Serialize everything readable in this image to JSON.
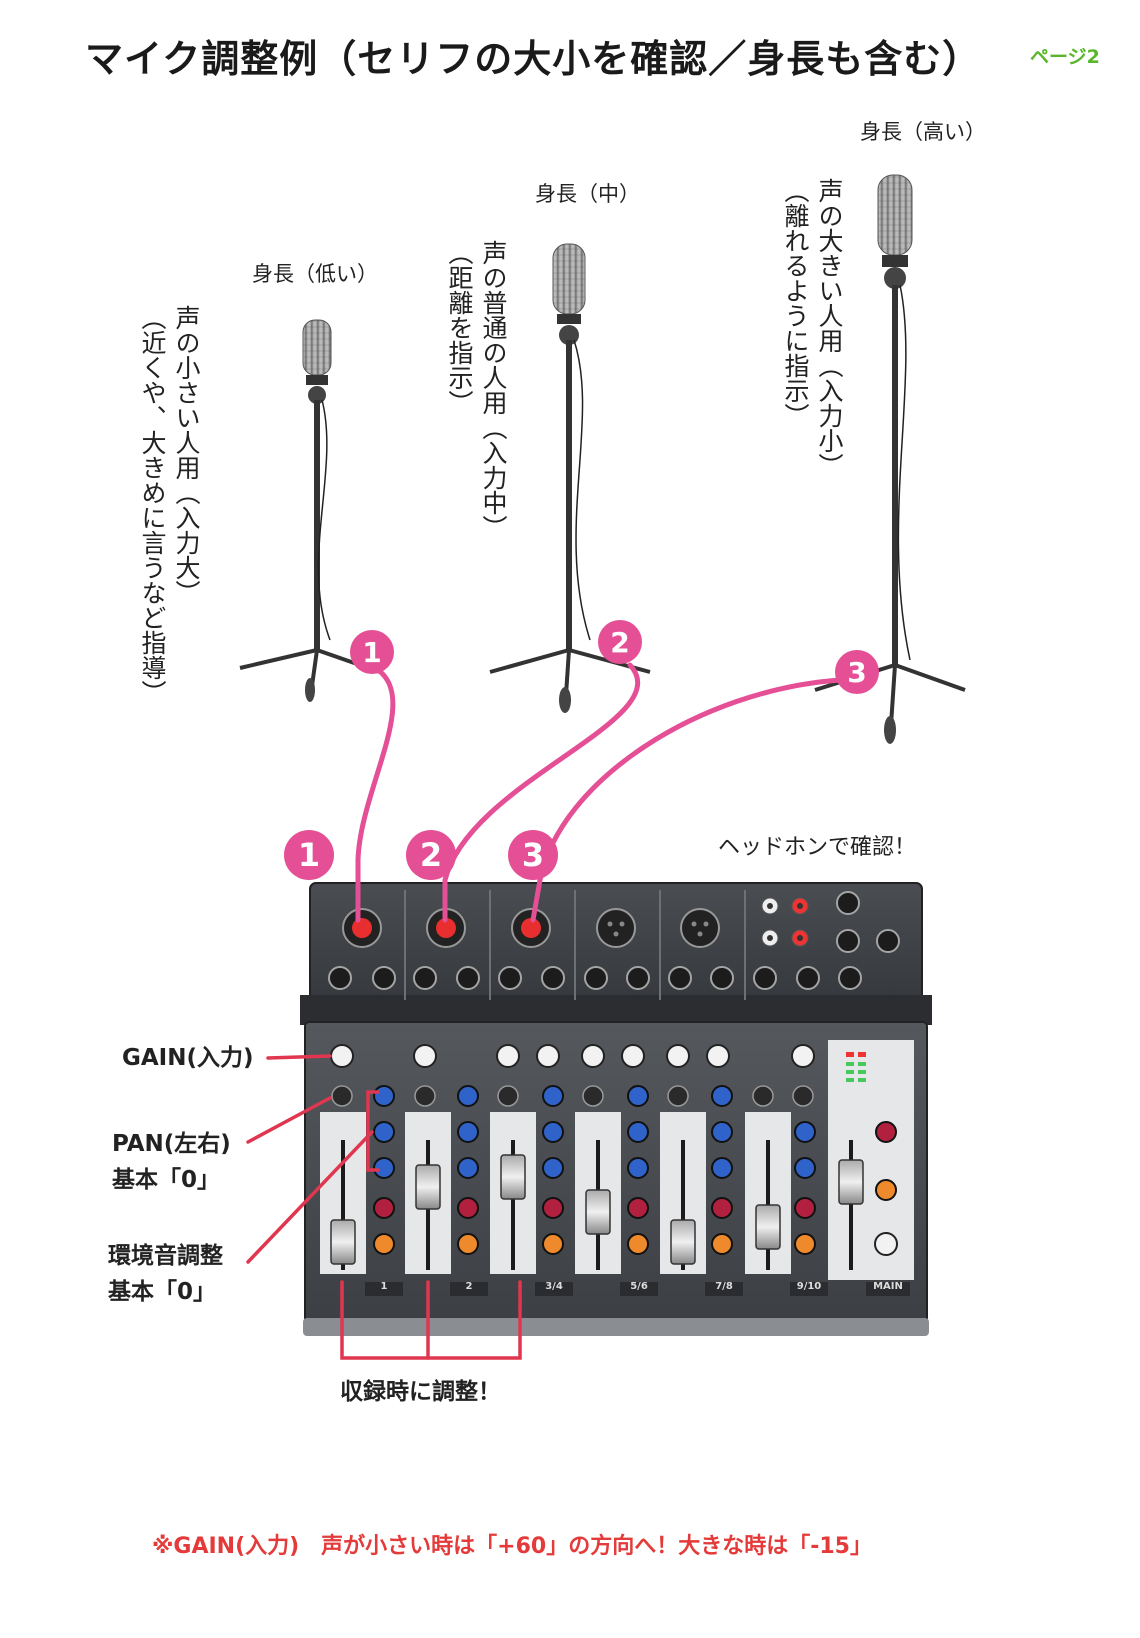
{
  "header": {
    "title": "マイク調整例（セリフの大小を確認／身長も含む）",
    "page": "ページ2"
  },
  "stands": [
    {
      "num": "1",
      "height_label": "身長（低い）",
      "desc": [
        "声の小さい人用（入力大）",
        "（近くや、大きめに言うなど指導）"
      ]
    },
    {
      "num": "2",
      "height_label": "身長（中）",
      "desc": [
        "声の普通の人用（入力中）",
        "（距離を指示）"
      ]
    },
    {
      "num": "3",
      "height_label": "身長（高い）",
      "desc": [
        "声の大きい人用（入力小）",
        "（離れるように指示）"
      ]
    }
  ],
  "mixer": {
    "headphone_note": "ヘッドホンで確認！",
    "channel_labels": [
      "1",
      "2",
      "3/4",
      "5/6",
      "7/8",
      "9/10"
    ],
    "main_label": "MAIN"
  },
  "callouts": {
    "gain": "GAIN(入力)",
    "pan": [
      "PAN(左右)",
      "基本「0」"
    ],
    "ambient": [
      "環境音調整",
      "基本「0」"
    ],
    "record": "収録時に調整！"
  },
  "footnote": "※GAIN(入力)　声が小さい時は「+60」の方向へ！大きな時は「-15」",
  "colors": {
    "cable": "#e44f96",
    "callout_line": "#e0364f",
    "accent_green": "#59b62a",
    "note_red": "#e43a3a"
  }
}
